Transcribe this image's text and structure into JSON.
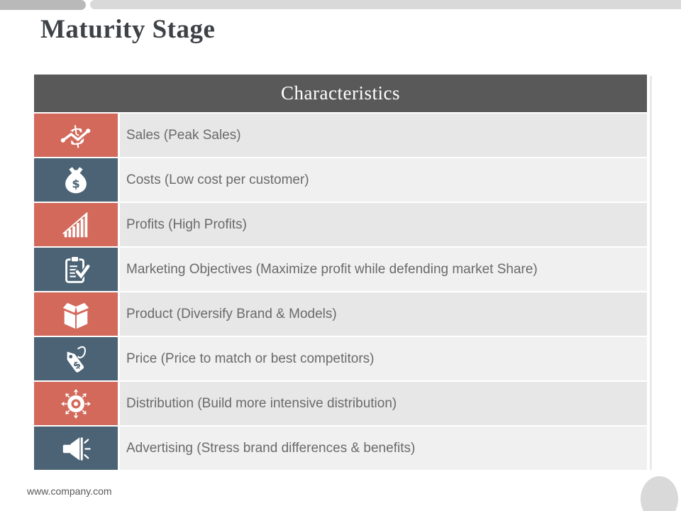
{
  "slide": {
    "title": "Maturity Stage",
    "footer": "www.company.com"
  },
  "table": {
    "header": "Characteristics",
    "rows": [
      {
        "icon": "sales-dollar-trend-icon",
        "label": "Sales (Peak Sales)",
        "variant": "coral"
      },
      {
        "icon": "money-bag-icon",
        "label": "Costs (Low cost per customer)",
        "variant": "slate"
      },
      {
        "icon": "growth-bars-icon",
        "label": "Profits (High Profits)",
        "variant": "coral"
      },
      {
        "icon": "clipboard-check-icon",
        "label": "Marketing Objectives (Maximize profit while defending market Share)",
        "variant": "slate"
      },
      {
        "icon": "open-box-icon",
        "label": "Product (Diversify Brand & Models)",
        "variant": "coral"
      },
      {
        "icon": "price-tag-icon",
        "label": "Price (Price to match or best competitors)",
        "variant": "slate"
      },
      {
        "icon": "distribution-network-icon",
        "label": "Distribution (Build more intensive distribution)",
        "variant": "coral"
      },
      {
        "icon": "megaphone-icon",
        "label": "Advertising (Stress brand differences & benefits)",
        "variant": "slate"
      }
    ]
  },
  "colors": {
    "coral": "#d2695b",
    "slate": "#4b6375",
    "header_bg": "#595959",
    "row_band_a": "#e7e7e7",
    "row_band_b": "#f0f0f0",
    "body_text": "#6a6a6a",
    "title_text": "#3e4246",
    "pill_dark": "#b9b9b9",
    "pill_light": "#d9d9d9",
    "ellipse": "#d9d9d9"
  }
}
